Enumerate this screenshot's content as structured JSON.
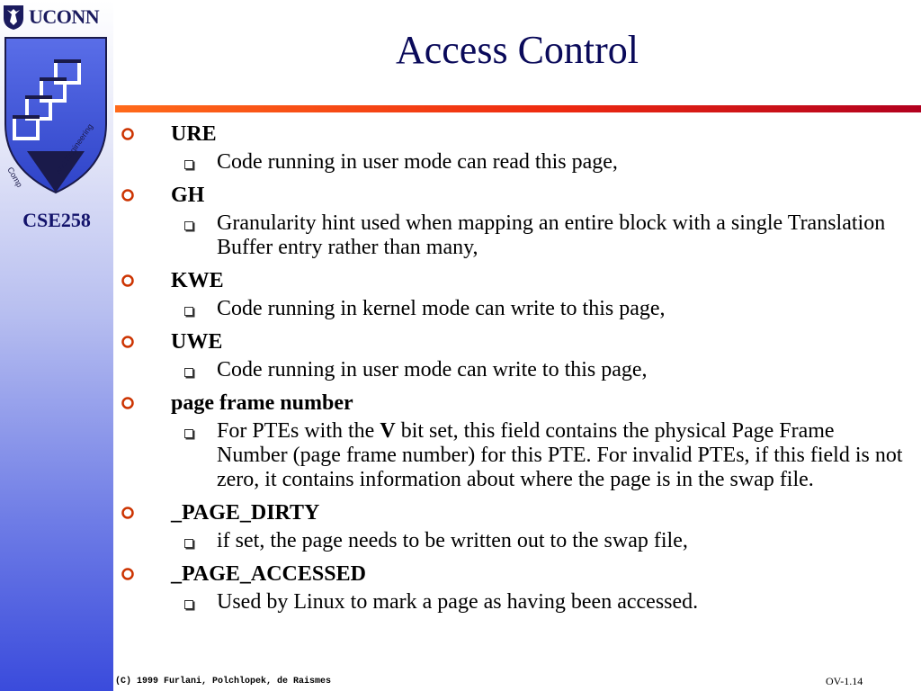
{
  "header": {
    "logo_text": "UCONN",
    "course": "CSE258",
    "title": "Access Control",
    "shield_text_top": "Comp",
    "shield_text_bottom": "and Engineering"
  },
  "items": [
    {
      "label": "URE",
      "details": [
        "Code running in user mode can read this page,"
      ]
    },
    {
      "label": "GH",
      "details": [
        "Granularity hint used when mapping an entire block with a single Translation Buffer entry rather than many,"
      ]
    },
    {
      "label": "KWE",
      "details": [
        "Code running in kernel mode can write to this page,"
      ]
    },
    {
      "label": "UWE",
      "details": [
        "Code running in user mode can write to this page,"
      ]
    },
    {
      "label": "page frame number",
      "details": []
    },
    {
      "label": "_PAGE_DIRTY",
      "details": [
        "if set, the page needs to be written out to the swap file,"
      ]
    },
    {
      "label": "_PAGE_ACCESSED",
      "details": [
        "Used by Linux to mark a page as having been accessed."
      ]
    }
  ],
  "pfn_detail": {
    "before": "For PTEs with the ",
    "bold": "V",
    "after": " bit set, this field contains the physical Page Frame Number (page frame number) for this PTE. For invalid PTEs, if this field is not zero, it contains information about where the page is in the swap file."
  },
  "footer": {
    "copyright": "(C) 1999 Furlani, Polchlopek, de Raismes",
    "slide_number": "OV-1.14"
  },
  "icons": {
    "level1_bullet": "hollow-circle-bullet-icon",
    "level2_bullet": "hollow-square-bullet-icon"
  },
  "colors": {
    "rule_start": "#ff6a1a",
    "rule_end": "#b2001e",
    "sidebar_bottom": "#3a4bdc",
    "title": "#0a0a5a"
  }
}
